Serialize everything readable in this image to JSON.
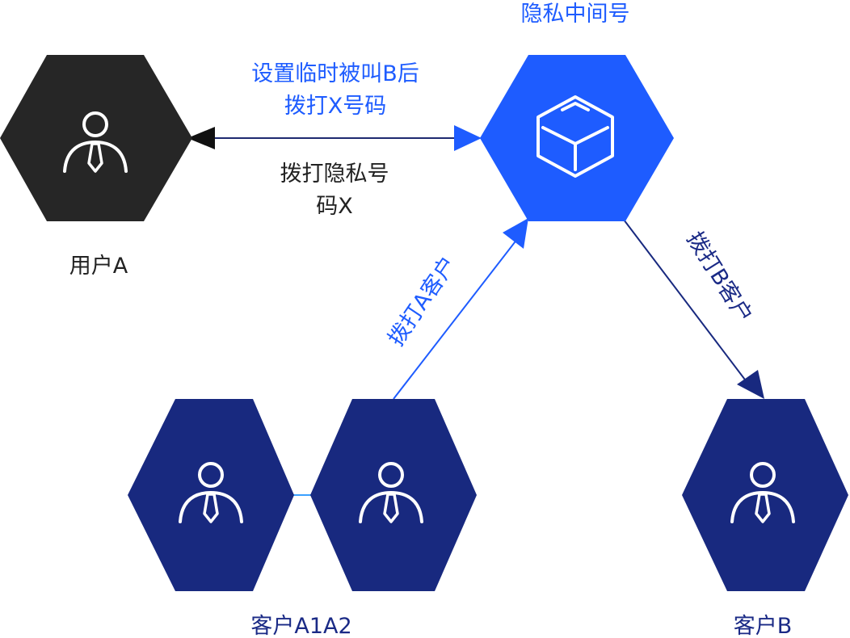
{
  "nodes": {
    "user_a": {
      "label": "用户A",
      "color": "#262626"
    },
    "privacy_hub": {
      "label": "隐私中间号",
      "color": "#1e5cff"
    },
    "customer_a": {
      "label": "客户A1A2",
      "color": "#18297f"
    },
    "customer_b": {
      "label": "客户B",
      "color": "#18297f"
    }
  },
  "edges": {
    "set_and_dial": {
      "line1": "设置临时被叫B后",
      "line2": "拨打X号码"
    },
    "dial_privacy": {
      "line1": "拨打隐私号",
      "line2": "码X"
    },
    "dial_customer_a": {
      "label": "拨打A客户"
    },
    "dial_customer_b": {
      "label": "拨打B客户"
    }
  },
  "colors": {
    "blue_accent": "#1e5cff",
    "navy": "#18297f",
    "dark": "#262626",
    "link_cyan": "#3aa0ff"
  }
}
